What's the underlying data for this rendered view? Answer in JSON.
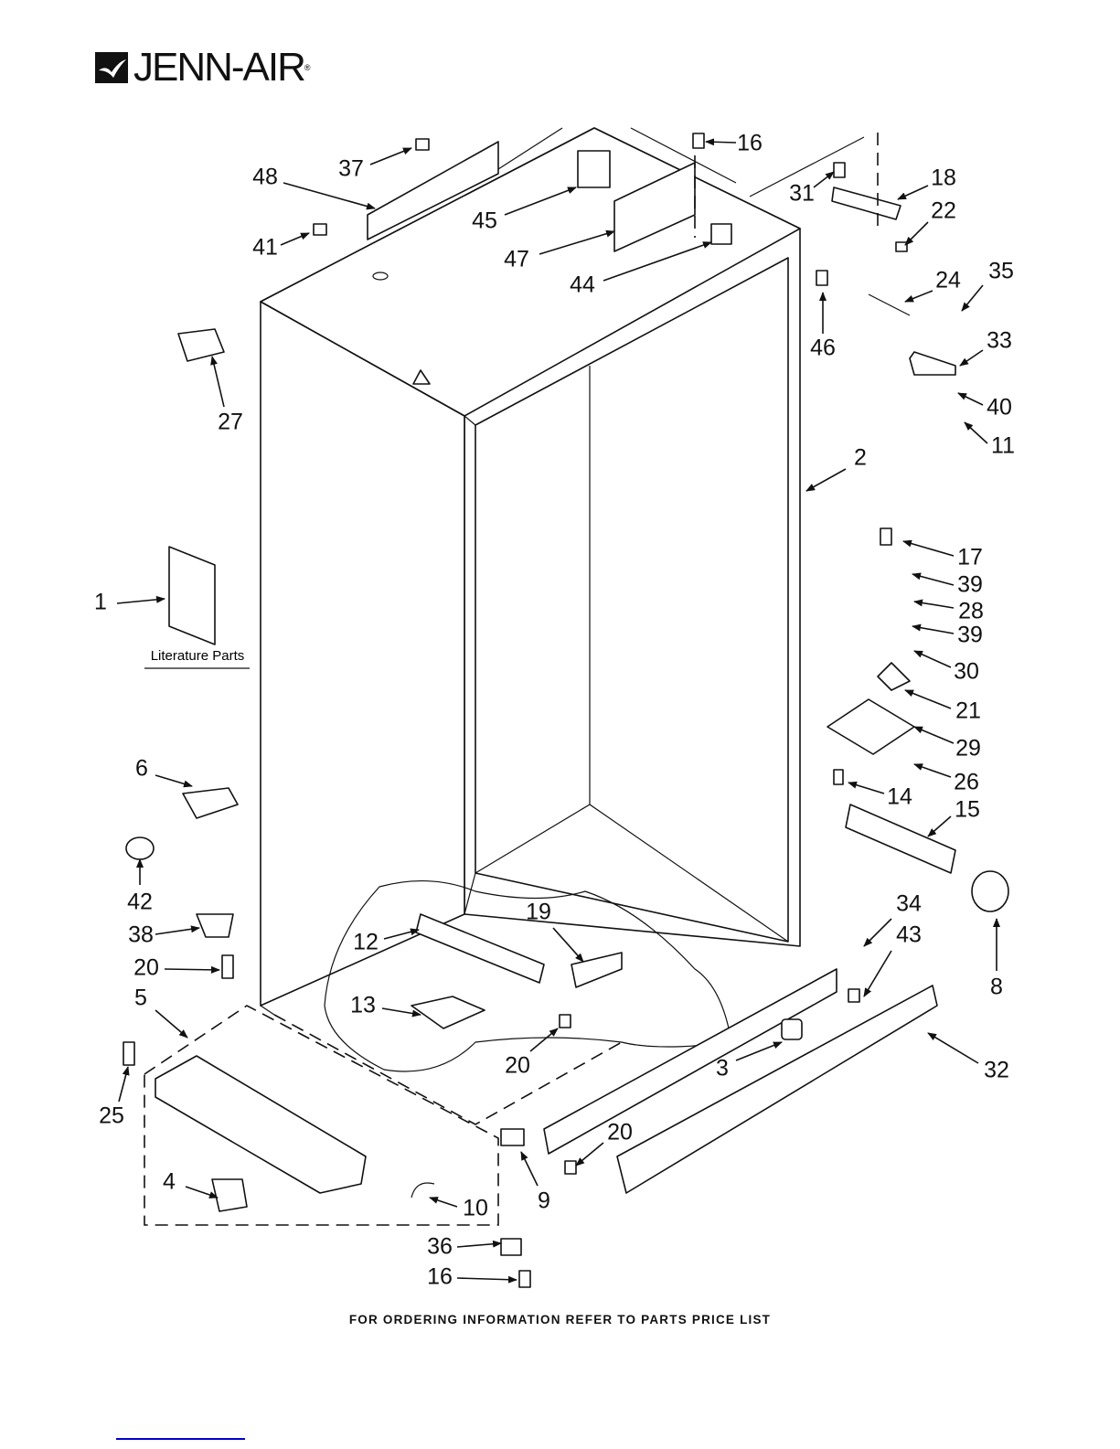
{
  "logo": {
    "brand": "JENN-AIR",
    "registered": "®"
  },
  "literature_label": "Literature Parts",
  "footer": "FOR ORDERING INFORMATION REFER TO PARTS PRICE LIST",
  "callouts": [
    "16",
    "48",
    "37",
    "18",
    "31",
    "45",
    "22",
    "41",
    "47",
    "44",
    "24",
    "35",
    "46",
    "33",
    "27",
    "40",
    "11",
    "2",
    "17",
    "1",
    "39",
    "28",
    "39",
    "30",
    "21",
    "29",
    "6",
    "26",
    "14",
    "15",
    "42",
    "34",
    "38",
    "19",
    "12",
    "43",
    "20",
    "8",
    "5",
    "13",
    "3",
    "20",
    "32",
    "25",
    "20",
    "4",
    "9",
    "10",
    "36",
    "16"
  ]
}
